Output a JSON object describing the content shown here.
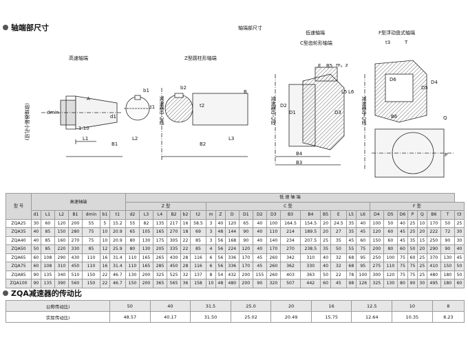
{
  "section1": {
    "title": "轴端部尺寸"
  },
  "diagram": {
    "labels": {
      "center_title": "轴端部尺寸",
      "high_speed": "高速轴端",
      "z_type": "Z型圆柱形轴端",
      "low_speed": "低速轴端",
      "c_type": "C型齿轮形轴端",
      "f_type": "F型浮动盘式轴端",
      "coupling_note": "(联轴器最小孔径)",
      "center_line": "减速器中心线",
      "d_min": "dmin",
      "A": "A",
      "d1": "d1",
      "taper": "1:10",
      "L1": "L1",
      "B1": "B1",
      "b1": "b1",
      "t1": "t1",
      "L2": "L2",
      "B2": "B2",
      "b2": "b2",
      "t2": "t2",
      "L3": "L3",
      "B": "B",
      "E": "E",
      "B5": "B5",
      "mz": "m，z",
      "D1": "D1",
      "D2": "D2",
      "D3": "D3",
      "L5": "L5",
      "L6": "L6",
      "B3": "B3",
      "B4": "B4",
      "t3": "t3",
      "T": "T",
      "D4": "D4",
      "D5": "D5",
      "D6": "D6",
      "B6": "B6",
      "Q": "Q",
      "P": "P"
    }
  },
  "table": {
    "header": {
      "model": "型 号",
      "high_speed": "高速轴端",
      "low_speed": "低 速 轴 端",
      "z_type": "Z 型",
      "c_type": "C 型",
      "f_type": "F 型"
    },
    "columns": [
      "d1",
      "L1",
      "L2",
      "B1",
      "dmin",
      "b1",
      "t1",
      "d2",
      "L3",
      "L4",
      "B2",
      "b2",
      "t2",
      "m",
      "Z",
      "D",
      "D1",
      "D2",
      "D3",
      "B3",
      "B4",
      "B5",
      "E",
      "L5",
      "L6",
      "D4",
      "D5",
      "D6",
      "P",
      "Q",
      "B6",
      "T",
      "t3"
    ],
    "rows": [
      {
        "model": "ZQA25",
        "values": [
          "30",
          "60",
          "120",
          "200",
          "55",
          "5",
          "15.2",
          "55",
          "82",
          "135",
          "217",
          "16",
          "58.5",
          "3",
          "40",
          "120",
          "65",
          "40",
          "100",
          "164.5",
          "154.5",
          "20",
          "24.5",
          "35",
          "40",
          "100",
          "50",
          "40",
          "25",
          "10",
          "170",
          "50",
          "25"
        ]
      },
      {
        "model": "ZQA35",
        "values": [
          "40",
          "85",
          "150",
          "280",
          "75",
          "10",
          "20.9",
          "65",
          "105",
          "165",
          "270",
          "18",
          "69",
          "3",
          "48",
          "144",
          "90",
          "40",
          "110",
          "214",
          "189.5",
          "20",
          "27",
          "35",
          "45",
          "120",
          "60",
          "45",
          "25",
          "20",
          "222",
          "72",
          "30"
        ]
      },
      {
        "model": "ZQA40",
        "values": [
          "40",
          "85",
          "160",
          "270",
          "75",
          "10",
          "20.9",
          "80",
          "130",
          "175",
          "305",
          "22",
          "85",
          "3",
          "56",
          "168",
          "90",
          "40",
          "140",
          "234",
          "207.5",
          "25",
          "35",
          "45",
          "60",
          "150",
          "60",
          "45",
          "35",
          "15",
          "250",
          "90",
          "30"
        ]
      },
      {
        "model": "ZQA50",
        "values": [
          "50",
          "85",
          "220",
          "330",
          "85",
          "12",
          "25.9",
          "80",
          "130",
          "205",
          "335",
          "22",
          "85",
          "4",
          "56",
          "224",
          "120",
          "40",
          "170",
          "270",
          "238.5",
          "35",
          "50",
          "55",
          "75",
          "200",
          "80",
          "60",
          "50",
          "20",
          "290",
          "90",
          "40"
        ]
      },
      {
        "model": "ZQA65",
        "values": [
          "60",
          "108",
          "290",
          "430",
          "110",
          "16",
          "31.4",
          "110",
          "165",
          "265",
          "430",
          "28",
          "116",
          "6",
          "56",
          "336",
          "170",
          "45",
          "260",
          "342",
          "310",
          "40",
          "32",
          "68",
          "95",
          "250",
          "100",
          "75",
          "60",
          "25",
          "370",
          "130",
          "45"
        ]
      },
      {
        "model": "ZQA75",
        "values": [
          "60",
          "108",
          "310",
          "450",
          "110",
          "16",
          "31.4",
          "110",
          "165",
          "285",
          "450",
          "28",
          "116",
          "6",
          "56",
          "336",
          "170",
          "45",
          "260",
          "362",
          "330",
          "40",
          "32",
          "68",
          "95",
          "275",
          "110",
          "75",
          "75",
          "25",
          "410",
          "150",
          "50"
        ]
      },
      {
        "model": "ZQA85",
        "values": [
          "90",
          "135",
          "340",
          "510",
          "150",
          "22",
          "46.7",
          "130",
          "200",
          "325",
          "525",
          "32",
          "137",
          "8",
          "54",
          "432",
          "200",
          "155",
          "260",
          "403",
          "363",
          "50",
          "22",
          "78",
          "100",
          "300",
          "120",
          "75",
          "75",
          "25",
          "480",
          "180",
          "50"
        ]
      },
      {
        "model": "ZQA100",
        "values": [
          "90",
          "135",
          "390",
          "560",
          "150",
          "22",
          "46.7",
          "150",
          "200",
          "365",
          "565",
          "36",
          "158",
          "10",
          "48",
          "480",
          "200",
          "90",
          "320",
          "507",
          "442",
          "60",
          "45",
          "98",
          "126",
          "325",
          "130",
          "80",
          "90",
          "30",
          "495",
          "180",
          "60"
        ]
      }
    ]
  },
  "section2": {
    "title": "ZQA减速器的传动比"
  },
  "ratio": {
    "nominal_label": "公称传动比i",
    "actual_label": "实际传动比i",
    "nominal": [
      "50",
      "40",
      "31.5",
      "25.0",
      "20",
      "16",
      "12.5",
      "10",
      "8"
    ],
    "actual": [
      "48.57",
      "40.17",
      "31.50",
      "25.02",
      "20.49",
      "15.75",
      "12.64",
      "10.35",
      "8.23"
    ]
  }
}
